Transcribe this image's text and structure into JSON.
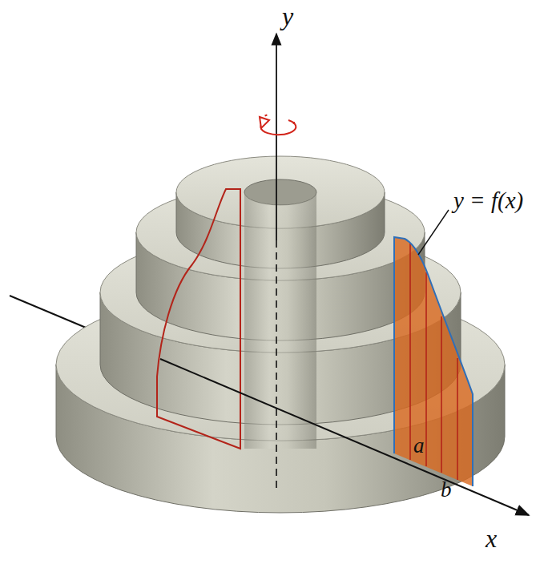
{
  "diagram": {
    "labels": [
      "y",
      "y = f(x)",
      "a",
      "b",
      "x"
    ]
  }
}
